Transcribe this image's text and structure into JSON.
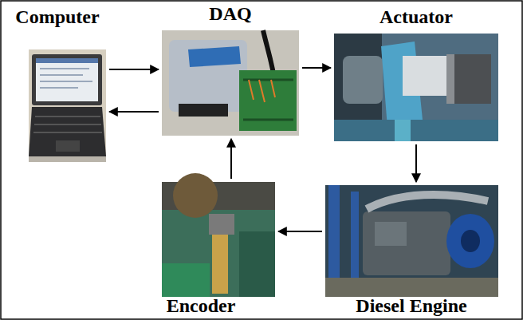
{
  "diagram": {
    "nodes": [
      {
        "text": [
          "Computer"
        ]
      },
      {
        "text": [
          "DAQ"
        ]
      },
      {
        "text": [
          "Actuator"
        ]
      },
      {
        "text": [
          "Diesel Engine"
        ]
      },
      {
        "text": [
          "Encoder"
        ]
      }
    ],
    "edges": [
      {
        "from": 0,
        "to": 1,
        "arrow": "to"
      },
      {
        "from": 1,
        "to": 0,
        "arrow": "to"
      },
      {
        "from": 1,
        "to": 2,
        "arrow": "to"
      },
      {
        "from": 2,
        "to": 3,
        "arrow": "to"
      },
      {
        "from": 3,
        "to": 4,
        "arrow": "to"
      },
      {
        "from": 4,
        "to": 1,
        "arrow": "to"
      }
    ]
  }
}
